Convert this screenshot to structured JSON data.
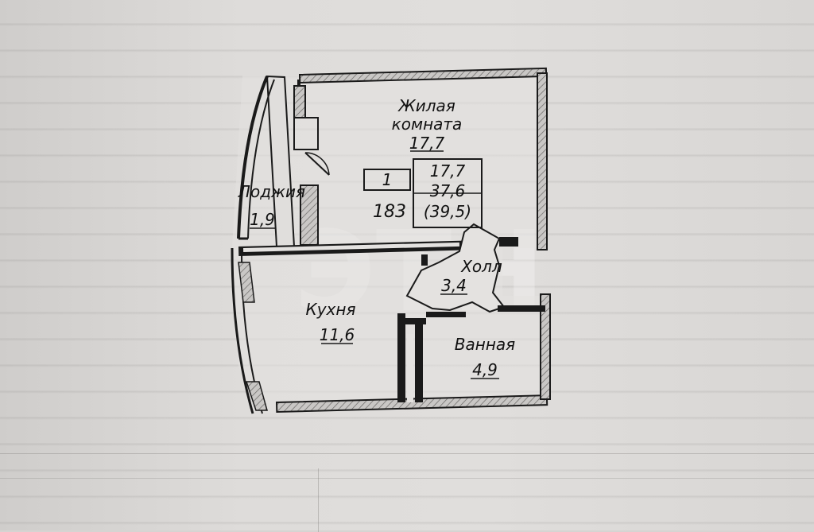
{
  "rooms": {
    "living": {
      "name_line1": "Жилая",
      "name_line2": "комната",
      "area": "17,7"
    },
    "loggia": {
      "name": "Лоджия",
      "area": "1,9"
    },
    "hall": {
      "name": "Холл",
      "area": "3,4"
    },
    "kitchen": {
      "name": "Кухня",
      "area": "11,6"
    },
    "bathroom": {
      "name": "Ванная",
      "area": "4,9"
    }
  },
  "apartment": {
    "rooms_count": "1",
    "number": "183",
    "living_area": "17,7",
    "total_area": "37,6",
    "area_with_loggia": "(39,5)"
  },
  "colors": {
    "wall": "#1a1a1a",
    "hatch": "#8a8886",
    "background": "#d8d6d4"
  }
}
